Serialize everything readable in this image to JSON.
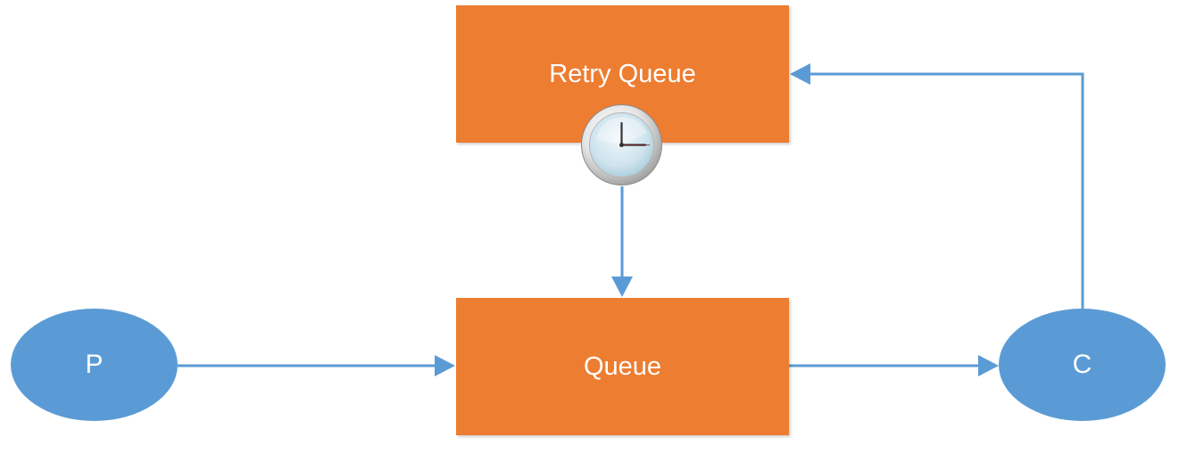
{
  "diagram": {
    "retry_queue_label": "Retry Queue",
    "queue_label": "Queue",
    "producer_label": "P",
    "consumer_label": "C",
    "icons": {
      "clock": "clock-icon"
    },
    "colors": {
      "queue_fill": "#ed7d31",
      "node_fill": "#5b9bd5",
      "connector": "#5b9bd5",
      "label_text": "#ffffff"
    }
  }
}
